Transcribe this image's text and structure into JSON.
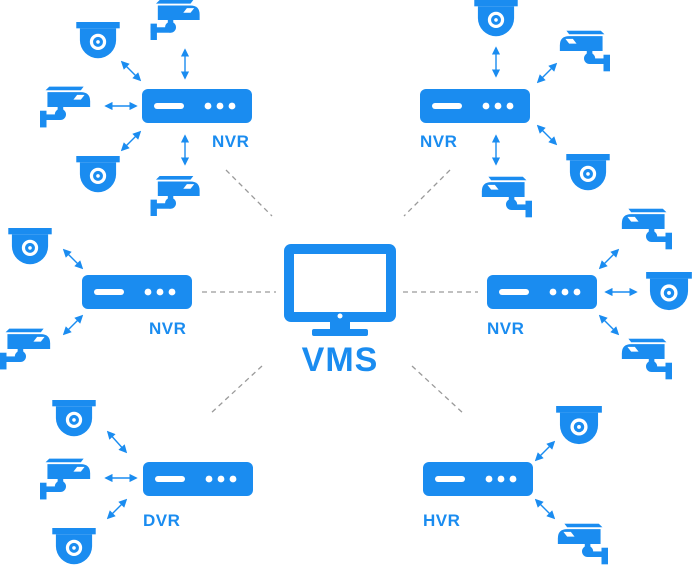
{
  "colors": {
    "accent": "#1A8CF0",
    "connector": "#9a9a9a",
    "background": "#ffffff"
  },
  "center": {
    "label": "VMS",
    "icon": "monitor-icon"
  },
  "recorders": [
    {
      "id": "nvr-top-left",
      "label": "NVR",
      "icon": "recorder-icon",
      "cameras": [
        "box-camera",
        "dome-camera",
        "box-camera",
        "dome-camera",
        "box-camera"
      ]
    },
    {
      "id": "nvr-top-right",
      "label": "NVR",
      "icon": "recorder-icon",
      "cameras": [
        "dome-camera",
        "box-camera",
        "box-camera",
        "dome-camera"
      ]
    },
    {
      "id": "nvr-mid-left",
      "label": "NVR",
      "icon": "recorder-icon",
      "cameras": [
        "dome-camera",
        "box-camera"
      ]
    },
    {
      "id": "nvr-mid-right",
      "label": "NVR",
      "icon": "recorder-icon",
      "cameras": [
        "box-camera",
        "dome-camera",
        "box-camera"
      ]
    },
    {
      "id": "dvr-bottom-left",
      "label": "DVR",
      "icon": "recorder-icon",
      "cameras": [
        "dome-camera",
        "box-camera",
        "dome-camera"
      ]
    },
    {
      "id": "hvr-bottom-right",
      "label": "HVR",
      "icon": "recorder-icon",
      "cameras": [
        "dome-camera",
        "box-camera"
      ]
    }
  ]
}
